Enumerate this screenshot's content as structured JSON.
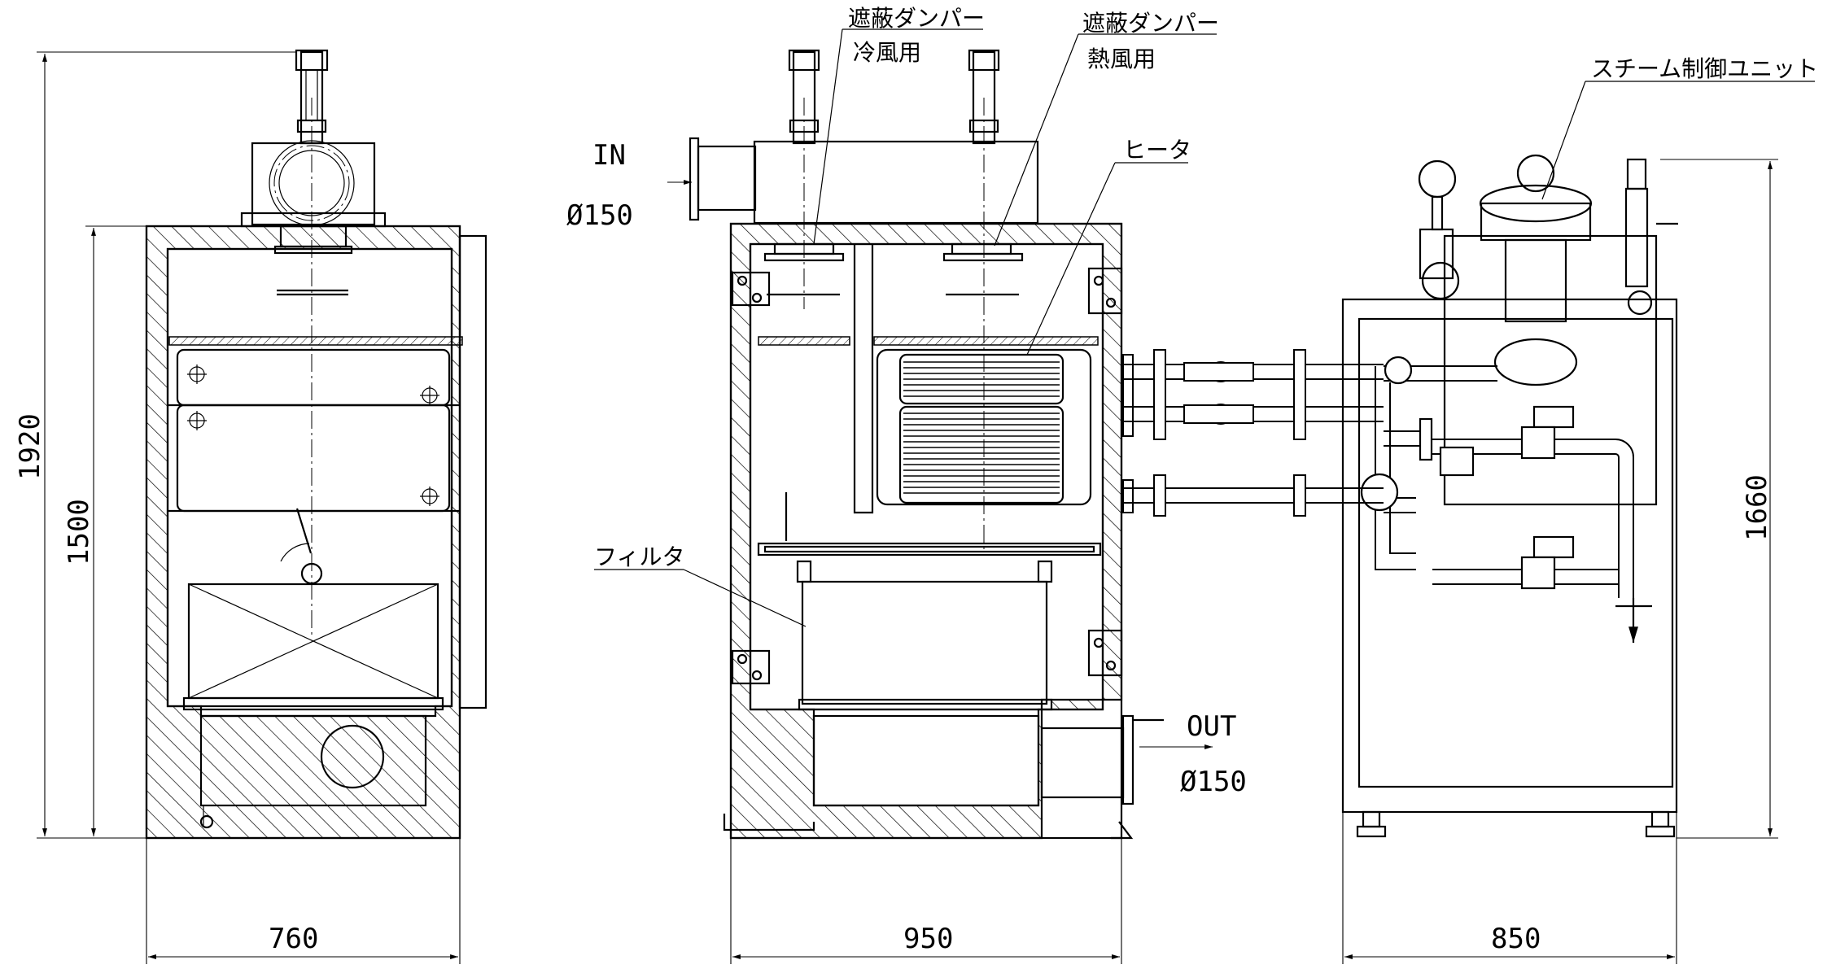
{
  "labels": {
    "damper_cold_title": "遮蔽ダンパー",
    "damper_cold_sub": "冷風用",
    "damper_hot_title": "遮蔽ダンパー",
    "damper_hot_sub": "熱風用",
    "steam_unit": "スチーム制御ユニット",
    "heater": "ヒータ",
    "filter": "フィルタ",
    "inlet": "IN",
    "inlet_dia": "Ø150",
    "outlet": "OUT",
    "outlet_dia": "Ø150"
  },
  "dimensions": {
    "front_width": "760",
    "side_width": "950",
    "unit_width": "850",
    "total_height": "1920",
    "body_height": "1500",
    "unit_height": "1660"
  }
}
